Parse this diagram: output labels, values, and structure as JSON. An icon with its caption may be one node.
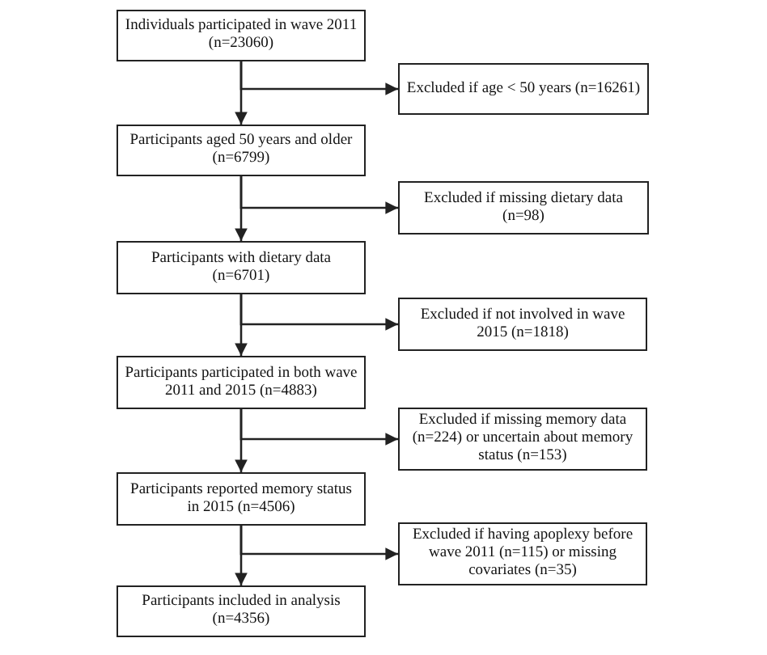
{
  "diagram": {
    "nodes": [
      {
        "text": [
          "Individuals participated in wave 2011 (n=23060)"
        ]
      },
      {
        "text": [
          "Excluded if age < 50 years (n=16261)"
        ]
      },
      {
        "text": [
          "Participants aged 50 years and older (n=6799)"
        ]
      },
      {
        "text": [
          "Excluded if missing dietary data (n=98)"
        ]
      },
      {
        "text": [
          "Participants with dietary data (n=6701)"
        ]
      },
      {
        "text": [
          "Excluded if not involved in wave 2015 (n=1818)"
        ]
      },
      {
        "text": [
          "Participants participated in both wave 2011 and 2015 (n=4883)"
        ]
      },
      {
        "text": [
          "Excluded if missing memory data (n=224) or uncertain about memory status (n=153)"
        ]
      },
      {
        "text": [
          "Participants reported memory status in 2015 (n=4506)"
        ]
      },
      {
        "text": [
          "Excluded if having apoplexy before wave 2011 (n=115) or missing covariates (n=35)"
        ]
      },
      {
        "text": [
          "Participants included in analysis (n=4356)"
        ]
      }
    ],
    "edges": [
      {
        "from": 0,
        "to": 2,
        "arrow": "to"
      },
      {
        "from": 0,
        "to": 1,
        "arrow": "to"
      },
      {
        "from": 2,
        "to": 4,
        "arrow": "to"
      },
      {
        "from": 2,
        "to": 3,
        "arrow": "to"
      },
      {
        "from": 4,
        "to": 6,
        "arrow": "to"
      },
      {
        "from": 4,
        "to": 5,
        "arrow": "to"
      },
      {
        "from": 6,
        "to": 8,
        "arrow": "to"
      },
      {
        "from": 6,
        "to": 7,
        "arrow": "to"
      },
      {
        "from": 8,
        "to": 10,
        "arrow": "to"
      },
      {
        "from": 8,
        "to": 9,
        "arrow": "to"
      }
    ]
  }
}
